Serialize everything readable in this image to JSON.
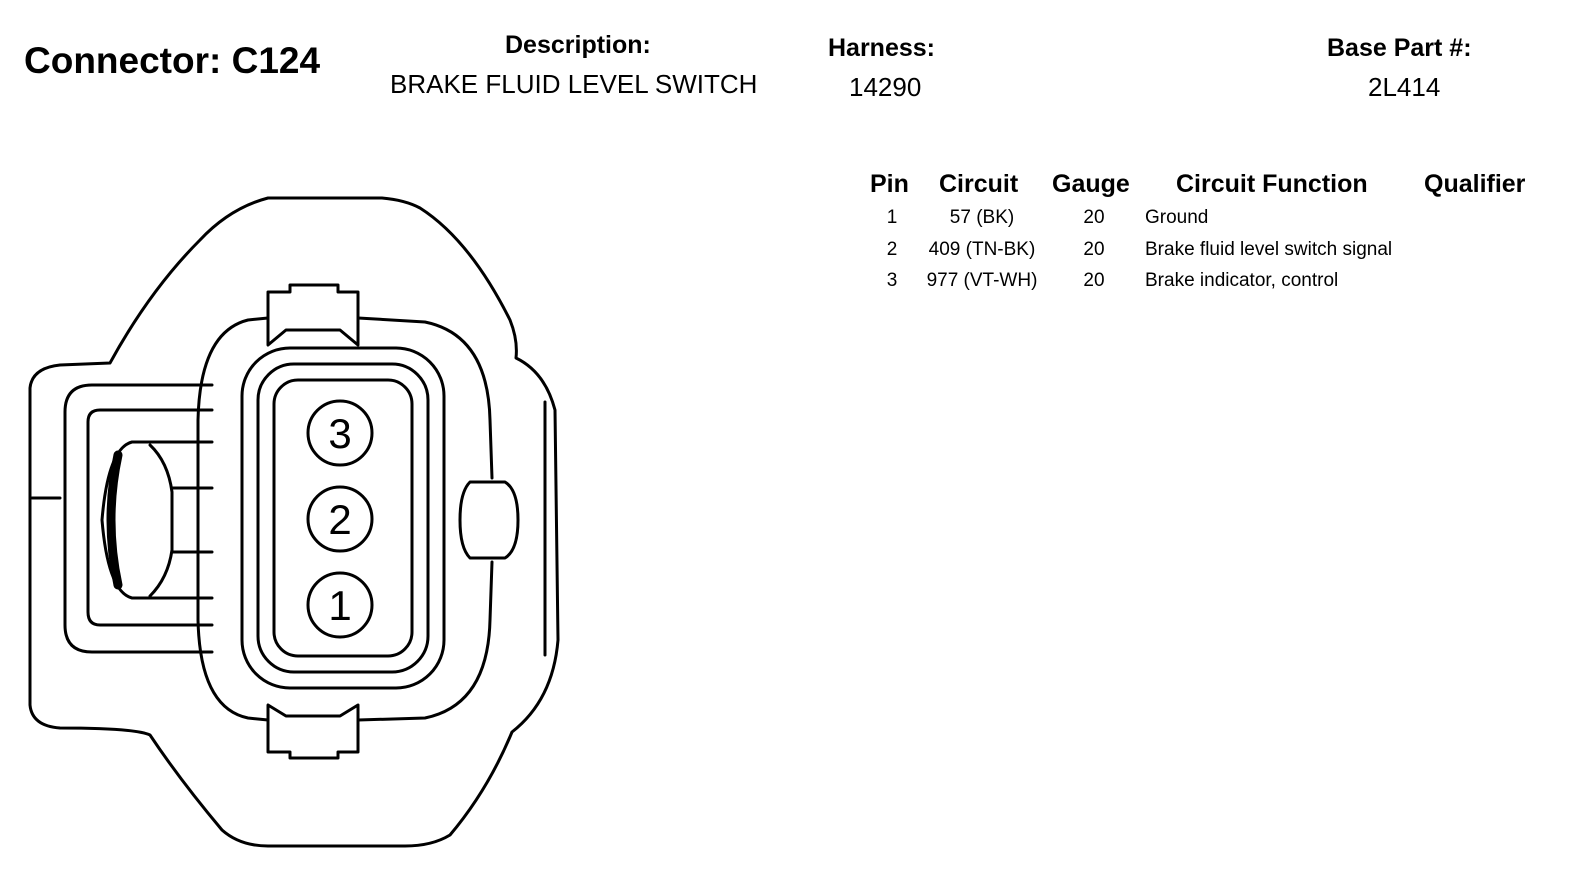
{
  "header": {
    "connector_title": "Connector: C124",
    "description_label": "Description:",
    "description_value": "BRAKE FLUID LEVEL SWITCH",
    "harness_label": "Harness:",
    "harness_value": "14290",
    "base_part_label": "Base Part #:",
    "base_part_value": "2L414"
  },
  "table": {
    "columns": [
      "Pin",
      "Circuit",
      "Gauge",
      "Circuit Function",
      "Qualifier"
    ],
    "rows": [
      {
        "pin": "1",
        "circuit": "57 (BK)",
        "gauge": "20",
        "function": "Ground",
        "qualifier": ""
      },
      {
        "pin": "2",
        "circuit": "409 (TN-BK)",
        "gauge": "20",
        "function": "Brake fluid level switch signal",
        "qualifier": ""
      },
      {
        "pin": "3",
        "circuit": "977 (VT-WH)",
        "gauge": "20",
        "function": "Brake indicator, control",
        "qualifier": ""
      }
    ]
  },
  "diagram": {
    "pin_labels": [
      "3",
      "2",
      "1"
    ]
  }
}
